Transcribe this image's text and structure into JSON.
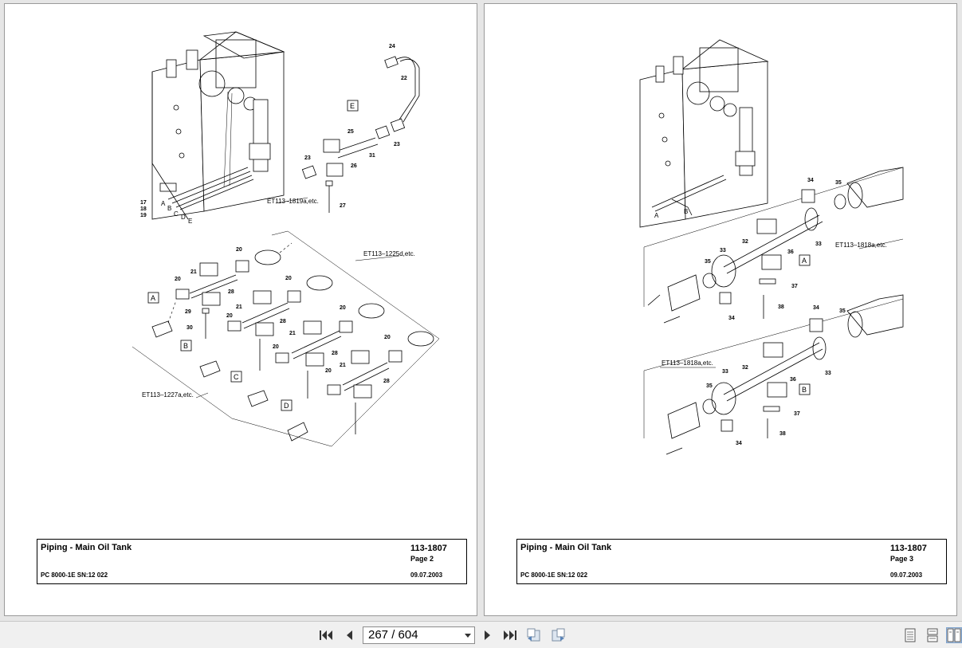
{
  "pages": [
    {
      "title": "Piping - Main Oil Tank",
      "doc_number": "113-1807",
      "page_label": "Page 2",
      "model": "PC 8000-1E SN:12 022",
      "date": "09.07.2003",
      "refs": [
        "ET113–1819a,etc.",
        "ET113–1225d,etc.",
        "ET113–1227a,etc."
      ],
      "view_labels": [
        "A",
        "B",
        "C",
        "D",
        "E"
      ]
    },
    {
      "title": "Piping - Main Oil Tank",
      "doc_number": "113-1807",
      "page_label": "Page 3",
      "model": "PC 8000-1E SN:12 022",
      "date": "09.07.2003",
      "refs": [
        "ET113–1818a,etc.",
        "ET113–1818a,etc."
      ],
      "view_labels": [
        "A",
        "B"
      ]
    }
  ],
  "toolbar": {
    "page_indicator": "267 / 604",
    "current_page": 267,
    "total_pages": 604
  },
  "icons": {
    "first": "first-page-icon",
    "prev": "previous-page-icon",
    "next": "next-page-icon",
    "last": "last-page-icon"
  }
}
